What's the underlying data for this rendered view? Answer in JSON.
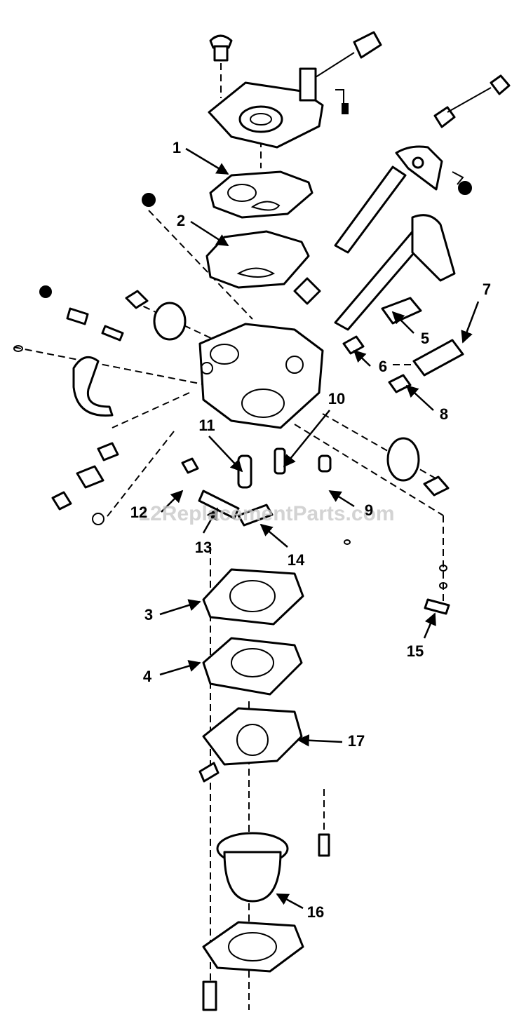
{
  "diagram": {
    "watermark": "12ReplacementParts.com",
    "callouts": [
      {
        "id": "c1",
        "label": "1"
      },
      {
        "id": "c2",
        "label": "2"
      },
      {
        "id": "c3",
        "label": "3"
      },
      {
        "id": "c4",
        "label": "4"
      },
      {
        "id": "c5",
        "label": "5"
      },
      {
        "id": "c6",
        "label": "6"
      },
      {
        "id": "c7",
        "label": "7"
      },
      {
        "id": "c8",
        "label": "8"
      },
      {
        "id": "c9",
        "label": "9"
      },
      {
        "id": "c10",
        "label": "10"
      },
      {
        "id": "c11",
        "label": "11"
      },
      {
        "id": "c12",
        "label": "12"
      },
      {
        "id": "c13",
        "label": "13"
      },
      {
        "id": "c14",
        "label": "14"
      },
      {
        "id": "c15",
        "label": "15"
      },
      {
        "id": "c16",
        "label": "16"
      },
      {
        "id": "c17",
        "label": "17"
      }
    ]
  }
}
